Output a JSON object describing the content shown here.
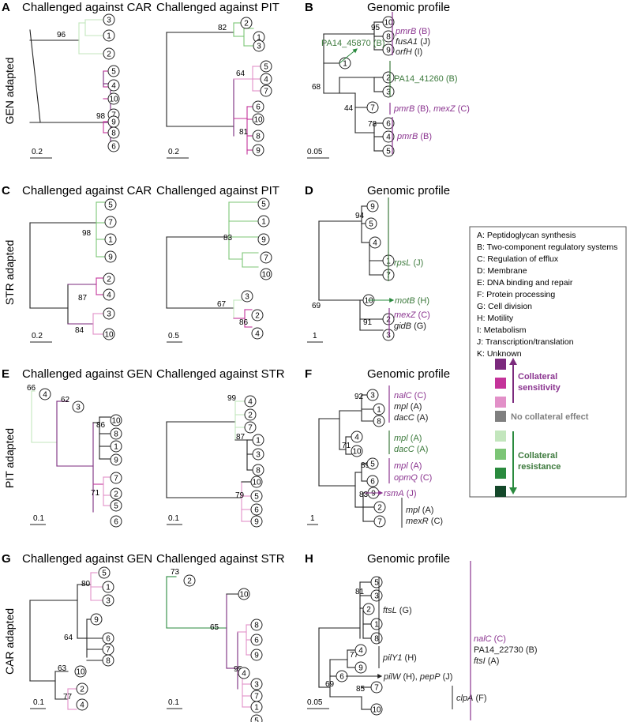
{
  "colors": {
    "black": "#222222",
    "purple": "#7b2a7d",
    "magenta": "#c4339a",
    "pink": "#e290c8",
    "grey": "#7f7f7f",
    "lightgreen": "#c3e6bd",
    "green": "#7cc576",
    "darkgreen": "#2a8a3e",
    "deepgreen": "#14482a",
    "annot_purple": "#8b3590",
    "annot_green": "#3d7a3d"
  },
  "rows": [
    {
      "label": "GEN adapted"
    },
    {
      "label": "STR adapted"
    },
    {
      "label": "PIT adapted"
    },
    {
      "label": "CAR adapted"
    }
  ],
  "panels": [
    {
      "letter": "A",
      "title": "Challenged against CAR",
      "scale": "0.2"
    },
    {
      "title": "Challenged against PIT",
      "scale": "0.2"
    },
    {
      "letter": "B",
      "title": "Genomic profile",
      "scale": "0.05"
    },
    {
      "letter": "C",
      "title": "Challenged against CAR",
      "scale": "0.2"
    },
    {
      "title": "Challenged against PIT",
      "scale": "0.5"
    },
    {
      "letter": "D",
      "title": "Genomic profile",
      "scale": "1"
    },
    {
      "letter": "E",
      "title": "Challenged against GEN",
      "scale": "0.1"
    },
    {
      "title": "Challenged against STR",
      "scale": "0.1"
    },
    {
      "letter": "F",
      "title": "Genomic profile",
      "scale": "1"
    },
    {
      "letter": "G",
      "title": "Challenged against GEN",
      "scale": "0.1"
    },
    {
      "title": "Challenged against STR",
      "scale": "0.1"
    },
    {
      "letter": "H",
      "title": "Genomic profile",
      "scale": "0.05"
    }
  ],
  "annotations": {
    "B": {
      "a1": [
        {
          "t": "pmrB",
          "i": true
        },
        {
          "t": " (B)"
        }
      ],
      "a2": [
        {
          "t": "fusA1",
          "i": true
        },
        {
          "t": " (J)"
        }
      ],
      "a3": [
        {
          "t": "orfH",
          "i": true
        },
        {
          "t": " (I)"
        }
      ],
      "a4": [
        {
          "t": "PA14_45870 (B)"
        }
      ],
      "a5": [
        {
          "t": "PA14_41260 (B)"
        }
      ],
      "a6": [
        {
          "t": "pmrB",
          "i": true
        },
        {
          "t": " (B), "
        },
        {
          "t": "mexZ",
          "i": true
        },
        {
          "t": " (C)"
        }
      ],
      "a7": [
        {
          "t": "pmrB",
          "i": true
        },
        {
          "t": " (B)"
        }
      ]
    },
    "D": {
      "a1": [
        {
          "t": "rpsL",
          "i": true
        },
        {
          "t": " (J)"
        }
      ],
      "a2": [
        {
          "t": "motB",
          "i": true
        },
        {
          "t": " (H)"
        }
      ],
      "a3": [
        {
          "t": "mexZ",
          "i": true
        },
        {
          "t": " (C)"
        }
      ],
      "a4": [
        {
          "t": "gidB",
          "i": true
        },
        {
          "t": " (G)"
        }
      ]
    },
    "F": {
      "a1": [
        {
          "t": "nalC",
          "i": true
        },
        {
          "t": " (C)"
        }
      ],
      "a2": [
        {
          "t": "mpl",
          "i": true
        },
        {
          "t": " (A)"
        }
      ],
      "a3": [
        {
          "t": "dacC",
          "i": true
        },
        {
          "t": " (A)"
        }
      ],
      "a4": [
        {
          "t": "mpl",
          "i": true
        },
        {
          "t": " (A)"
        }
      ],
      "a5": [
        {
          "t": "dacC",
          "i": true
        },
        {
          "t": " (A)"
        }
      ],
      "a6": [
        {
          "t": "mpl",
          "i": true
        },
        {
          "t": " (A)"
        }
      ],
      "a7": [
        {
          "t": "opmQ",
          "i": true
        },
        {
          "t": " (C)"
        }
      ],
      "a8": [
        {
          "t": "rsmA",
          "i": true
        },
        {
          "t": " (J)"
        }
      ],
      "a9": [
        {
          "t": "mpl",
          "i": true
        },
        {
          "t": " (A)"
        }
      ],
      "a10": [
        {
          "t": "mexR",
          "i": true
        },
        {
          "t": " (C)"
        }
      ]
    },
    "H": {
      "a1": [
        {
          "t": "ftsL",
          "i": true
        },
        {
          "t": " (G)"
        }
      ],
      "a2": [
        {
          "t": "pilY1",
          "i": true
        },
        {
          "t": " (H)"
        }
      ],
      "a3": [
        {
          "t": "pilW",
          "i": true
        },
        {
          "t": " (H), "
        },
        {
          "t": "pepP",
          "i": true
        },
        {
          "t": " (J)"
        }
      ],
      "a4": [
        {
          "t": "clpA",
          "i": true
        },
        {
          "t": " (F)"
        }
      ],
      "a5": [
        {
          "t": "nalC",
          "i": true
        },
        {
          "t": " (C)"
        }
      ],
      "a6": [
        {
          "t": "PA14_22730 (B)"
        }
      ],
      "a7": [
        {
          "t": "ftsI",
          "i": true
        },
        {
          "t": " (A)"
        }
      ]
    }
  },
  "legend": {
    "categories": [
      "A: Peptidoglycan synthesis",
      "B: Two-component regulatory systems",
      "C: Regulation of efflux",
      "D: Membrane",
      "E: DNA binding and repair",
      "F: Protein processing",
      "G: Cell division",
      "H: Motility",
      "I: Metabolism",
      "J: Transcription/translation",
      "K: Unknown"
    ],
    "sensitivity": [
      "Collateral",
      "sensitivity"
    ],
    "no_effect": "No collateral effect",
    "resistance": [
      "Collateral",
      "resistance"
    ]
  },
  "trees": [
    {
      "id": "A1",
      "bl": [
        {
          "v": "96"
        },
        {
          "v": "98"
        }
      ],
      "leaves": [
        "3",
        "1",
        "2",
        "5",
        "4",
        "10",
        "7",
        "9",
        "8",
        "6"
      ]
    },
    {
      "id": "A2",
      "bl": [
        {
          "v": "82"
        },
        {
          "v": "64"
        },
        {
          "v": "81"
        }
      ],
      "leaves": [
        "2",
        "1",
        "3",
        "5",
        "4",
        "7",
        "6",
        "10",
        "8",
        "9"
      ]
    },
    {
      "id": "B",
      "bl": [
        {
          "v": "95"
        },
        {
          "v": "68"
        },
        {
          "v": "44"
        },
        {
          "v": "78"
        }
      ],
      "leaves": [
        "10",
        "8",
        "9",
        "1",
        "2",
        "3",
        "7",
        "6",
        "4",
        "5"
      ]
    },
    {
      "id": "C1",
      "bl": [
        {
          "v": "98"
        },
        {
          "v": "87"
        },
        {
          "v": "84"
        }
      ],
      "leaves": [
        "5",
        "7",
        "1",
        "9",
        "2",
        "4",
        "3",
        "10"
      ]
    },
    {
      "id": "C2",
      "bl": [
        {
          "v": "83"
        },
        {
          "v": "67"
        },
        {
          "v": "86"
        }
      ],
      "leaves": [
        "5",
        "1",
        "9",
        "7",
        "10",
        "3",
        "2",
        "4"
      ]
    },
    {
      "id": "D",
      "bl": [
        {
          "v": "94"
        },
        {
          "v": "69"
        },
        {
          "v": "91"
        }
      ],
      "leaves": [
        "9",
        "5",
        "4",
        "1",
        "7",
        "10",
        "2",
        "3"
      ]
    },
    {
      "id": "E1",
      "bl": [
        {
          "v": "66"
        },
        {
          "v": "62"
        },
        {
          "v": "86"
        },
        {
          "v": "71"
        }
      ],
      "leaves": [
        "4",
        "3",
        "10",
        "8",
        "1",
        "9",
        "7",
        "2",
        "5",
        "6"
      ]
    },
    {
      "id": "E2",
      "bl": [
        {
          "v": "99"
        },
        {
          "v": "87"
        },
        {
          "v": "79"
        }
      ],
      "leaves": [
        "4",
        "2",
        "7",
        "1",
        "3",
        "8",
        "10",
        "5",
        "6",
        "9"
      ]
    },
    {
      "id": "F",
      "bl": [
        {
          "v": "92"
        },
        {
          "v": "71"
        },
        {
          "v": "89"
        },
        {
          "v": "83"
        }
      ],
      "leaves": [
        "3",
        "1",
        "8",
        "4",
        "10",
        "5",
        "6",
        "9",
        "2",
        "7"
      ]
    },
    {
      "id": "G1",
      "bl": [
        {
          "v": "80"
        },
        {
          "v": "64"
        },
        {
          "v": "63"
        },
        {
          "v": "77"
        }
      ],
      "leaves": [
        "5",
        "1",
        "3",
        "9",
        "6",
        "7",
        "8",
        "10",
        "2",
        "4"
      ]
    },
    {
      "id": "G2",
      "bl": [
        {
          "v": "73"
        },
        {
          "v": "65"
        },
        {
          "v": "95"
        }
      ],
      "leaves": [
        "2",
        "10",
        "8",
        "6",
        "9",
        "4",
        "3",
        "7",
        "1",
        "5"
      ]
    },
    {
      "id": "H",
      "bl": [
        {
          "v": "81"
        },
        {
          "v": "77"
        },
        {
          "v": "69"
        },
        {
          "v": "85"
        }
      ],
      "leaves": [
        "5",
        "3",
        "2",
        "1",
        "8",
        "4",
        "9",
        "6",
        "7",
        "10"
      ]
    }
  ]
}
